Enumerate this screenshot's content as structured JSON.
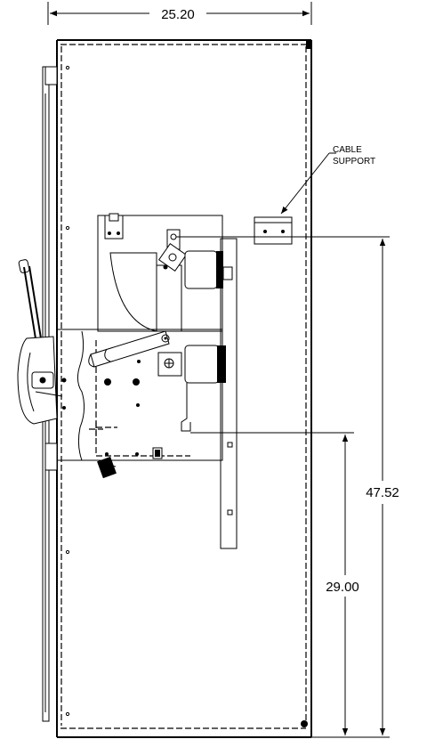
{
  "dimensions": {
    "width": "25.20",
    "overall_height": "47.52",
    "lower_height": "29.00"
  },
  "annotations": {
    "cable_support_line1": "CABLE",
    "cable_support_line2": "SUPPORT"
  }
}
